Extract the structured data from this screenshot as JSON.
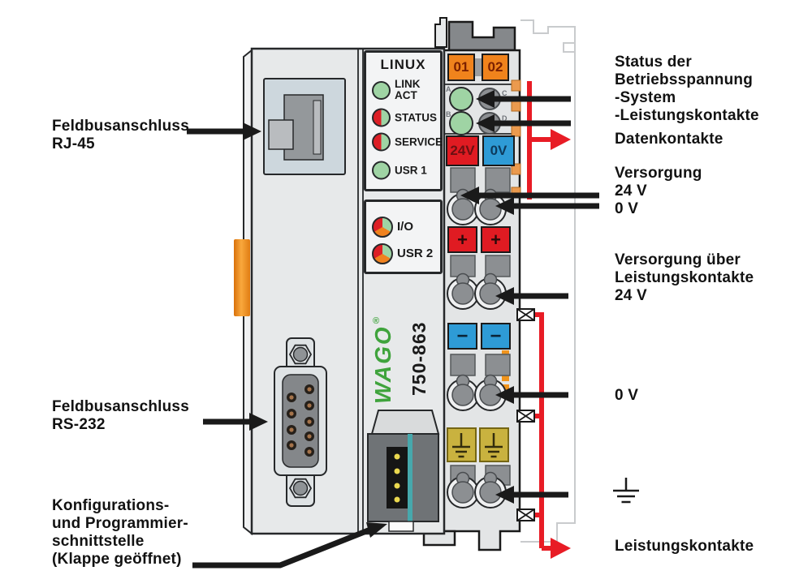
{
  "left_labels": {
    "rj45": "Feldbusanschluss\nRJ-45",
    "rs232": "Feldbusanschluss\nRS-232",
    "config": "Konfigurations-\nund Programmier-\nschnittstelle\n(Klappe geöffnet)"
  },
  "right_labels": {
    "status": "Status der\nBetriebsspannung\n-System\n-Leistungskontakte",
    "data_contacts": "Datenkontakte",
    "supply": "Versorgung\n24 V\n0 V",
    "supply_power": "Versorgung über\nLeistungskontakte\n24 V",
    "zero_v": "0 V",
    "ground_icon": "earth-ground",
    "power_contacts": "Leistungskontakte"
  },
  "device": {
    "os_label": "LINUX",
    "brand": "WAGO",
    "reg_mark": "®",
    "model": "750-863",
    "status_leds": [
      {
        "label": "LINK\nACT",
        "style": "green"
      },
      {
        "label": "STATUS",
        "style": "red-green"
      },
      {
        "label": "SERVICE",
        "style": "red-green"
      },
      {
        "label": "USR 1",
        "style": "green"
      }
    ],
    "io_leds": [
      {
        "label": "I/O",
        "style": "tri"
      },
      {
        "label": "USR 2",
        "style": "tri"
      }
    ],
    "bus_connectors": [
      "01",
      "02"
    ],
    "terminals": {
      "v24": "24V",
      "v0": "0V",
      "plus": "+",
      "minus": "−",
      "markers": [
        "A",
        "B",
        "C",
        "D"
      ]
    }
  },
  "colors": {
    "arrow_black": "#1a1a1a",
    "wire_red": "#e81c25",
    "led_green": "#9fd4a4",
    "led_red": "#dd1f26",
    "led_orange": "#f0821e",
    "terminal_orange": "#f0831c",
    "terminal_red": "#e01b22",
    "terminal_blue": "#2e9bd6",
    "terminal_yellow": "#c9b23f",
    "wago_green": "#3fa33c",
    "body_gray": "#e7e9ea"
  }
}
